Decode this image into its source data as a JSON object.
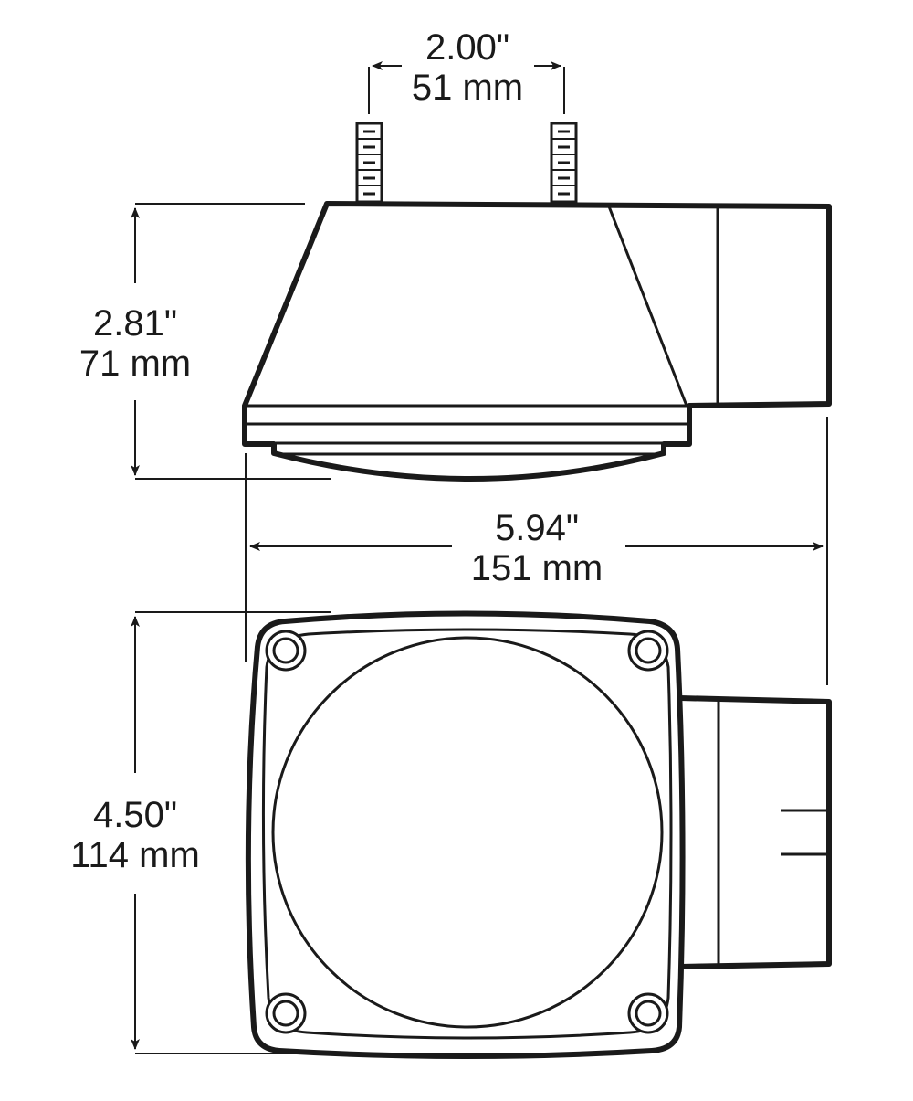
{
  "diagram": {
    "subject": "Trailer lamp dimensional drawing",
    "views": [
      "side-view",
      "front-view"
    ],
    "stroke_color": "#1a1a1a",
    "background": "#ffffff"
  },
  "dimensions": {
    "stud_spacing": {
      "imperial": "2.00\"",
      "metric": "51 mm"
    },
    "side_height": {
      "imperial": "2.81\"",
      "metric": "71 mm"
    },
    "overall_width": {
      "imperial": "5.94\"",
      "metric": "151 mm"
    },
    "front_height": {
      "imperial": "4.50\"",
      "metric": "114 mm"
    }
  }
}
